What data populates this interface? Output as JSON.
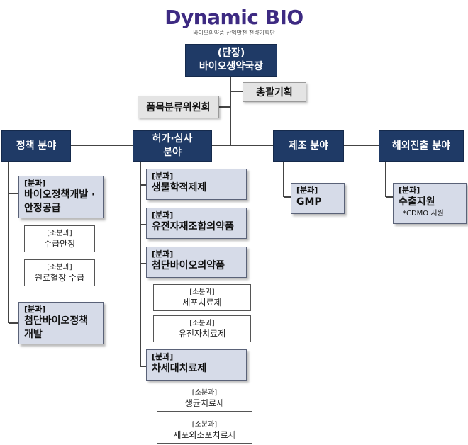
{
  "logo": {
    "title": "Dynamic BIO",
    "subtitle": "바이오의약품 산업발전 전략기획단"
  },
  "head": "(단장)\n바이오생약국장",
  "general_planning": "총괄기획",
  "classification_committee": "품목분류위원회",
  "fields": {
    "policy": "정책 분야",
    "approval": "허가·심사\n분야",
    "manufacturing": "제조 분야",
    "overseas": "해외진출 분야"
  },
  "division_tag": "[분과]",
  "subdivision_tag": "[소분과]",
  "policy_divisions": [
    {
      "name": "바이오정책개발 ·\n안정공급",
      "subdivisions": [
        "수급안정",
        "원료혈장 수급"
      ]
    },
    {
      "name": "첨단바이오정책\n개발",
      "subdivisions": []
    }
  ],
  "approval_divisions": [
    {
      "name": "생물학적제제",
      "subdivisions": []
    },
    {
      "name": "유전자재조합의약품",
      "subdivisions": []
    },
    {
      "name": "첨단바이오의약품",
      "subdivisions": [
        "세포치료제",
        "유전자치료제"
      ]
    },
    {
      "name": "차세대치료제",
      "subdivisions": [
        "생균치료제",
        "세포외소포치료제"
      ]
    }
  ],
  "manufacturing_division": {
    "name": "GMP"
  },
  "overseas_division": {
    "name": "수출지원",
    "note": "*CDMO 지원"
  },
  "colors": {
    "navy": "#1f3a66",
    "division_fill": "#d6dbe8",
    "gray_fill": "#e4e4e4",
    "logo_purple": "#3d2a82"
  }
}
